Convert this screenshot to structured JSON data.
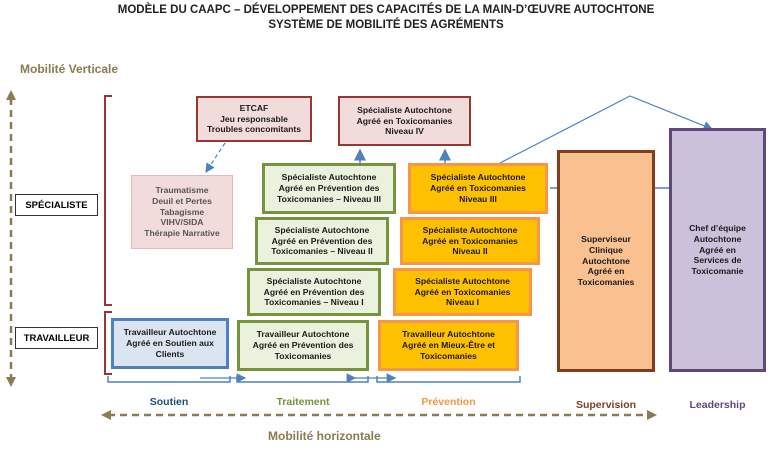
{
  "title": {
    "line1": "MODÈLE DU CAAPC – DÉVELOPPEMENT DES CAPACITÉS DE LA MAIN-D’ŒUVRE AUTOCHTONE",
    "line2": "SYSTÈME DE MOBILITÉ DES AGRÉMENTS"
  },
  "axes": {
    "vertical": "Mobilité Verticale",
    "horizontal": "Mobilité horizontale"
  },
  "levels": {
    "specialiste": "SPÉCIALISTE",
    "travailleur": "TRAVAILLEUR"
  },
  "boxes": {
    "etcaf": "ETCAF\nJeu responsable\nTroubles concomitants",
    "tox_iv": "Spécialiste Autochtone\nAgréé en Toxicomanies\nNiveau IV",
    "trauma": "Traumatisme\nDeuil et Pertes\nTabagisme\nVIHV/SIDA\nThérapie Narrative",
    "prev_iii": "Spécialiste Autochtone\nAgréé en Prévention des\nToxicomanies – Niveau III",
    "tox_iii": "Spécialiste Autochtone\nAgréé en Toxicomanies\nNiveau III",
    "prev_ii": "Spécialiste Autochtone\nAgréé en Prévention des\nToxicomanies – Niveau II",
    "tox_ii": "Spécialiste Autochtone\nAgréé en Toxicomanies\nNiveau II",
    "prev_i": "Spécialiste Autochtone\nAgréé en Prévention des\nToxicomanies – Niveau I",
    "tox_i": "Spécialiste Autochtone\nAgréé en Toxicomanies\nNiveau I",
    "soutien_worker": "Travailleur Autochtone\nAgréé en Soutien aux\nClients",
    "prev_worker": "Travailleur Autochtone\nAgréé en Prévention des\nToxicomanies",
    "mieux_worker": "Travailleur Autochtone\nAgréé en Mieux-Être et\nToxicomanies",
    "superviseur": "Superviseur\nClinique\nAutochtone\nAgréé en\nToxicomanies",
    "chef": "Chef d’équipe\nAutochtone\nAgréé en\nServices de\nToxicomanie"
  },
  "categories": {
    "soutien": "Soutien",
    "traitement": "Traitement",
    "prevention": "Prévention",
    "supervision": "Supervision",
    "leadership": "Leadership"
  },
  "colors": {
    "soutien": "#1f497d",
    "traitement": "#77933c",
    "prevention": "#f79646",
    "supervision": "#7f3f1f",
    "leadership": "#5f497a"
  }
}
